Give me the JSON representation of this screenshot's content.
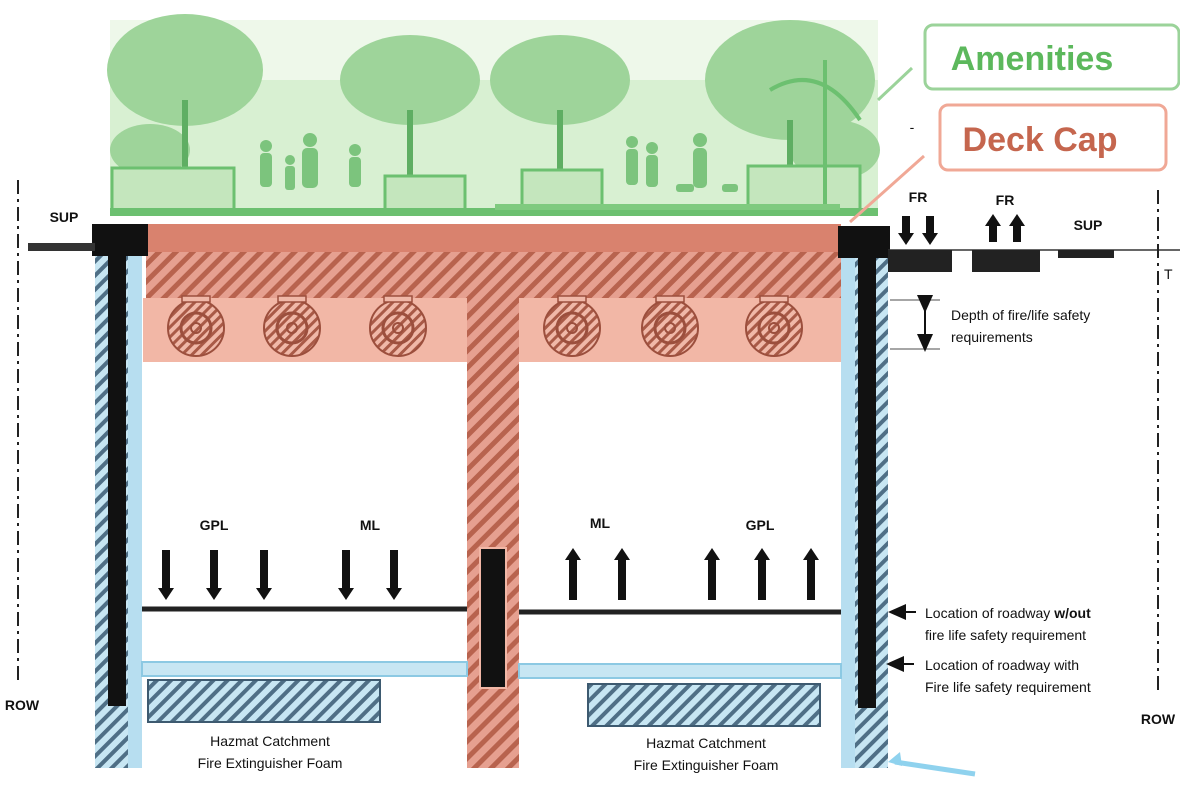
{
  "callouts": {
    "amenities": "Amenities",
    "deck_cap": "Deck Cap"
  },
  "left_side": {
    "sup": "SUP",
    "row": "ROW"
  },
  "right_side": {
    "fr_down": "FR",
    "fr_up": "FR",
    "sup": "SUP",
    "t": "T",
    "row": "ROW",
    "dash": "-"
  },
  "depth_note": {
    "line1": "Depth of fire/life safety",
    "line2": "requirements"
  },
  "lanes": {
    "left_gpl": "GPL",
    "left_ml": "ML",
    "right_ml": "ML",
    "right_gpl": "GPL"
  },
  "roadway_notes": {
    "without_line1_prefix": "Location of roadway ",
    "without_line1_bold": "w/out",
    "without_line2": "fire life safety requirement",
    "with_line1": "Location of roadway with",
    "with_line2": "Fire life safety requirement"
  },
  "hazmat": {
    "left_line1": "Hazmat Catchment",
    "left_line2": "Fire Extinguisher Foam",
    "right_line1": "Hazmat Catchment",
    "right_line2": "Fire Extinguisher Foam"
  },
  "colors": {
    "amenities_green": "#6cc070",
    "deck_cap_red": "#d9826e",
    "wall_blue": "#9fd3ea",
    "structure_black": "#111111"
  }
}
